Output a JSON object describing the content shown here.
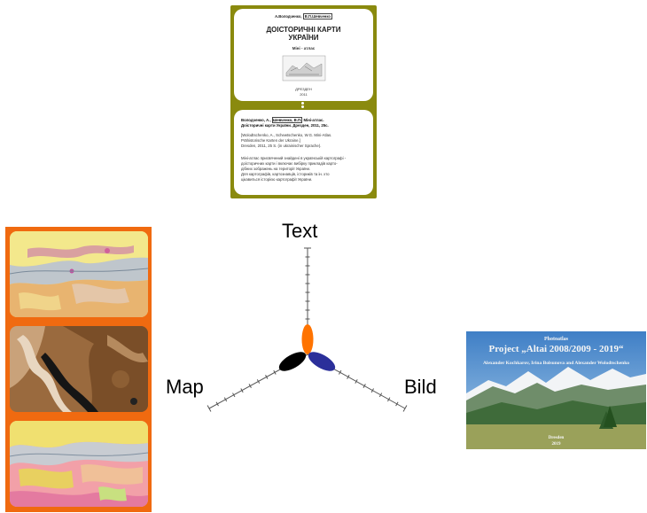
{
  "book": {
    "authors": "А.Володченко,",
    "authors_highlight": "В.П.Шевченко",
    "title_line1": "ДОІСТОРИЧНІ КАРТИ",
    "title_line2": "УКРАЇНИ",
    "subtitle": "Міні - атлас",
    "city": "ДРЕЗДЕН",
    "year": "2011",
    "citation": {
      "line1_a": "Володченко, А.,",
      "line1_hl": "Шевченко, В.П.",
      "line1_b": "Міні-атлас.",
      "line2": "Доісторичні карти України. Дрезден, 2011, 25с.",
      "line3": "[Wolodtschenko, A., Schewtschenko, W.G. Mini-Atlas.",
      "line4": "Prähistorische Karten der Ukraine.]",
      "line5": "Dresden, 2011, 25 S. (in ukrainischer Sprache).",
      "line6": "Міні-атлас присвячений знайдені в українській картографі -",
      "line7": "доісторичних карти і включає вибірку прикладів карто-",
      "line8": "дібних зображень на території України.",
      "line9": "Для картографів, картознавців, істориків та ін. хто",
      "line10": "цікавиться історією картографії України."
    }
  },
  "diagram": {
    "label_text": "Text",
    "label_map": "Map",
    "label_bild": "Bild",
    "colors": {
      "text_petal": "#ff7300",
      "map_petal": "#000000",
      "bild_petal": "#2b2f9a"
    }
  },
  "photo": {
    "label": "Photoatlas",
    "title": "Project „Altai 2008/2009 - 2019“",
    "authors": "Alexander Kochkarov, Irina Bolsunova and Alexander Wolodtschenko",
    "city": "Dresden",
    "year": "2019"
  }
}
